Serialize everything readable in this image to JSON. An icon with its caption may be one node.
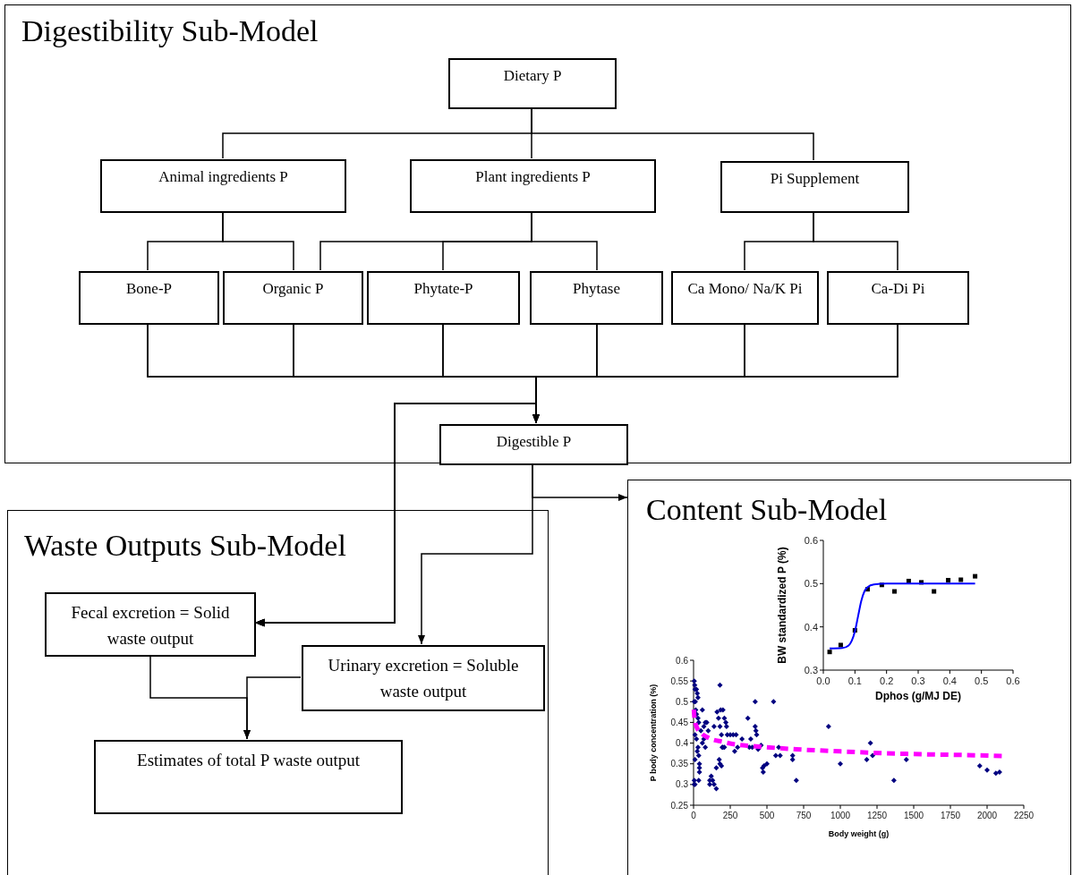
{
  "diagram": {
    "nodes": [
      {
        "text": [
          "Digestibility Sub-Model"
        ]
      },
      {
        "text": [
          "Dietary P"
        ],
        "in": 0
      },
      {
        "text": [
          "Animal ingredients P"
        ],
        "in": 0
      },
      {
        "text": [
          "Plant ingredients P"
        ],
        "in": 0
      },
      {
        "text": [
          "Pi Supplement"
        ],
        "in": 0
      },
      {
        "text": [
          "Bone-P"
        ],
        "in": 0
      },
      {
        "text": [
          "Organic P"
        ],
        "in": 0
      },
      {
        "text": [
          "Phytate-P"
        ],
        "in": 0
      },
      {
        "text": [
          "Phytase"
        ],
        "in": 0
      },
      {
        "text": [
          "Ca Mono/ Na/K Pi"
        ],
        "in": 0
      },
      {
        "text": [
          "Ca-Di Pi"
        ],
        "in": 0
      },
      {
        "text": [
          "Digestible P"
        ],
        "in": 0
      },
      {
        "text": [
          "Waste Outputs Sub-Model"
        ]
      },
      {
        "text": [
          "Fecal excretion = Solid waste output"
        ],
        "in": 12
      },
      {
        "text": [
          "Urinary excretion = Soluble waste output"
        ],
        "in": 12
      },
      {
        "text": [
          "Estimates of total P waste output"
        ],
        "in": 12
      },
      {
        "text": [
          "Content Sub-Model"
        ]
      }
    ],
    "edges": [
      {
        "from": 1,
        "to": 2,
        "arrow": "none"
      },
      {
        "from": 1,
        "to": 3,
        "arrow": "none"
      },
      {
        "from": 1,
        "to": 4,
        "arrow": "none"
      },
      {
        "from": 2,
        "to": 5,
        "arrow": "none"
      },
      {
        "from": 2,
        "to": 6,
        "arrow": "none"
      },
      {
        "from": 3,
        "to": 6,
        "arrow": "none"
      },
      {
        "from": 3,
        "to": 7,
        "arrow": "none"
      },
      {
        "from": 3,
        "to": 8,
        "arrow": "none"
      },
      {
        "from": 4,
        "to": 9,
        "arrow": "none"
      },
      {
        "from": 4,
        "to": 10,
        "arrow": "none"
      },
      {
        "from": 5,
        "to": 11,
        "arrow": "to"
      },
      {
        "from": 6,
        "to": 11,
        "arrow": "to"
      },
      {
        "from": 7,
        "to": 11,
        "arrow": "to"
      },
      {
        "from": 8,
        "to": 11,
        "arrow": "to"
      },
      {
        "from": 9,
        "to": 11,
        "arrow": "to"
      },
      {
        "from": 10,
        "to": 11,
        "arrow": "to"
      },
      {
        "from": 5,
        "to": 13,
        "arrow": "to"
      },
      {
        "from": 6,
        "to": 13,
        "arrow": "to"
      },
      {
        "from": 7,
        "to": 13,
        "arrow": "to"
      },
      {
        "from": 8,
        "to": 13,
        "arrow": "to"
      },
      {
        "from": 9,
        "to": 13,
        "arrow": "to"
      },
      {
        "from": 10,
        "to": 13,
        "arrow": "to"
      },
      {
        "from": 11,
        "to": 14,
        "arrow": "to"
      },
      {
        "from": 11,
        "to": 16,
        "arrow": "to"
      },
      {
        "from": 13,
        "to": 15,
        "arrow": "to"
      },
      {
        "from": 14,
        "to": 15,
        "arrow": "to"
      }
    ],
    "chart_data": [
      {
        "type": "scatter",
        "xlabel": "Dphos (g/MJ DE)",
        "ylabel": "BW standardized P (%)",
        "xlim": [
          0,
          0.6
        ],
        "ylim": [
          0.3,
          0.6
        ],
        "xticks": [
          {
            "value": 0,
            "label": "0.0"
          },
          0.1,
          0.2,
          0.3,
          0.4,
          0.5,
          0.6
        ],
        "yticks": [
          0.3,
          0.4,
          0.5,
          0.6
        ],
        "series": [
          {
            "color": "#000000",
            "x": [
              0.02,
              0.055,
              0.1,
              0.14,
              0.185,
              0.225,
              0.27,
              0.31,
              0.35,
              0.395,
              0.435,
              0.48
            ],
            "values": [
              0.342,
              0.358,
              0.392,
              0.487,
              0.497,
              0.482,
              0.506,
              0.503,
              0.482,
              0.508,
              0.509,
              0.517
            ]
          },
          {
            "color": "#0000ff",
            "type": "line",
            "x": [
              0.02,
              0.06,
              0.08,
              0.09,
              0.1,
              0.11,
              0.12,
              0.13,
              0.14,
              0.16,
              0.2,
              0.3,
              0.48
            ],
            "values": [
              0.35,
              0.351,
              0.357,
              0.368,
              0.39,
              0.425,
              0.46,
              0.482,
              0.492,
              0.498,
              0.5,
              0.5,
              0.5
            ]
          }
        ]
      },
      {
        "type": "scatter",
        "xlabel": "Body weight (g)",
        "ylabel": "P body concentration (%)",
        "xlim": [
          0,
          2250
        ],
        "ylim": [
          0.25,
          0.6
        ],
        "xticks": [
          0,
          250,
          500,
          750,
          1000,
          1250,
          1500,
          1750,
          2000,
          2250
        ],
        "yticks": [
          0.25,
          0.3,
          0.35,
          0.4,
          0.45,
          0.5,
          0.55,
          0.6
        ],
        "series": [
          {
            "color": "#000080",
            "x": [
              5,
              8,
              10,
              5,
              12,
              20,
              25,
              30,
              15,
              20,
              30,
              35,
              10,
              20,
              30,
              25,
              35,
              40,
              40,
              40,
              10,
              5,
              10,
              35,
              5,
              50,
              60,
              70,
              80,
              90,
              70,
              80,
              60,
              100,
              110,
              110,
              120,
              130,
              140,
              140,
              155,
              155,
              160,
              170,
              180,
              185,
              180,
              190,
              175,
              180,
              190,
              195,
              200,
              210,
              220,
              225,
              200,
              210,
              230,
              250,
              270,
              280,
              290,
              300,
              330,
              370,
              380,
              390,
              400,
              420,
              420,
              425,
              430,
              440,
              460,
              470,
              475,
              480,
              500,
              545,
              560,
              590,
              580,
              675,
              675,
              700,
              920,
              1000,
              1180,
              1205,
              1220,
              1365,
              1450,
              1950,
              2000,
              2060,
              2085
            ],
            "values": [
              0.55,
              0.54,
              0.53,
              0.5,
              0.5,
              0.53,
              0.52,
              0.51,
              0.48,
              0.47,
              0.46,
              0.45,
              0.42,
              0.41,
              0.39,
              0.38,
              0.37,
              0.35,
              0.34,
              0.33,
              0.36,
              0.31,
              0.3,
              0.31,
              0.3,
              0.43,
              0.48,
              0.44,
              0.45,
              0.45,
              0.41,
              0.39,
              0.4,
              0.43,
              0.31,
              0.3,
              0.32,
              0.31,
              0.3,
              0.44,
              0.29,
              0.34,
              0.475,
              0.46,
              0.54,
              0.48,
              0.44,
              0.42,
              0.36,
              0.35,
              0.345,
              0.39,
              0.48,
              0.46,
              0.45,
              0.44,
              0.39,
              0.39,
              0.42,
              0.42,
              0.42,
              0.38,
              0.42,
              0.39,
              0.41,
              0.46,
              0.39,
              0.41,
              0.39,
              0.5,
              0.44,
              0.43,
              0.42,
              0.385,
              0.395,
              0.34,
              0.33,
              0.345,
              0.35,
              0.5,
              0.37,
              0.37,
              0.39,
              0.37,
              0.36,
              0.31,
              0.44,
              0.35,
              0.36,
              0.4,
              0.37,
              0.31,
              0.36,
              0.345,
              0.335,
              0.327,
              0.33
            ]
          },
          {
            "color": "#ff00ff",
            "type": "line",
            "line_style": "dashed",
            "x": [
              2,
              5,
              10,
              20,
              50,
              100,
              200,
              300,
              400,
              500,
              700,
              1000,
              1200,
              1450,
              2000,
              2100
            ],
            "values": [
              0.481,
              0.465,
              0.452,
              0.44,
              0.425,
              0.413,
              0.403,
              0.396,
              0.393,
              0.39,
              0.385,
              0.38,
              0.377,
              0.374,
              0.37,
              0.369
            ]
          }
        ]
      }
    ]
  }
}
